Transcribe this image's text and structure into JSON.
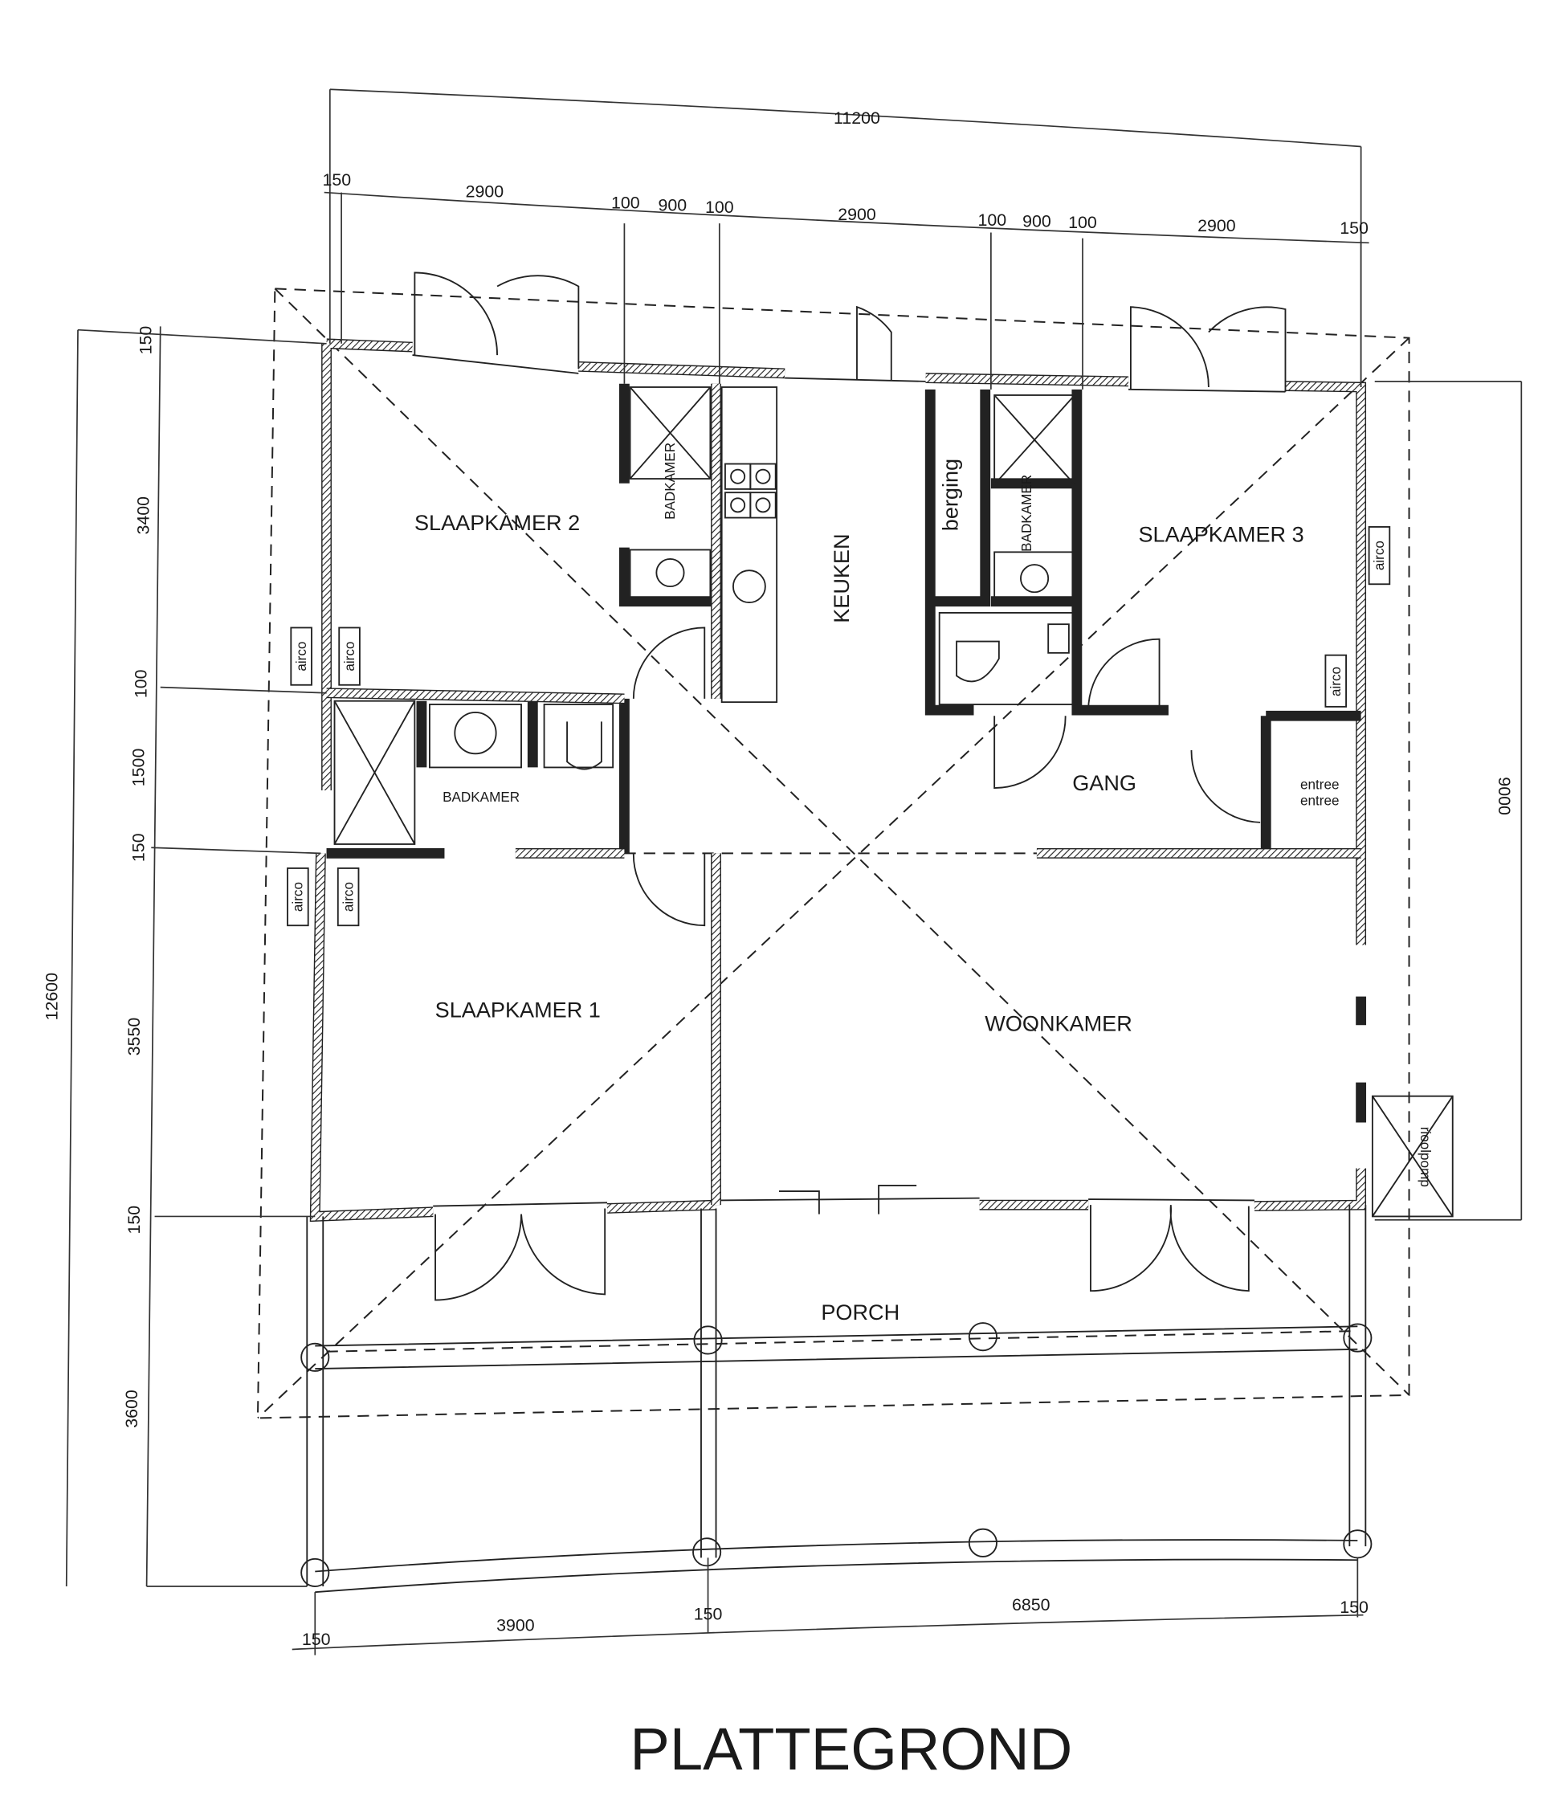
{
  "title": "PLATTEGROND",
  "rooms": {
    "slaapkamer1": "SLAAPKAMER 1",
    "slaapkamer2": "SLAAPKAMER 2",
    "slaapkamer3": "SLAAPKAMER 3",
    "keuken": "KEUKEN",
    "woonkamer": "WOONKAMER",
    "gang": "GANG",
    "badkamer": "BADKAMER",
    "berging": "berging",
    "porch": "PORCH",
    "entree1": "entree",
    "entree2": "entree",
    "rioolpomp": "rioolpomp",
    "airco": "airco"
  },
  "dimensions": {
    "top_total": "11200",
    "top": [
      "150",
      "2900",
      "100",
      "900",
      "100",
      "2900",
      "100",
      "900",
      "100",
      "2900",
      "150"
    ],
    "left_total": "12600",
    "left": [
      "150",
      "3400",
      "100",
      "1500",
      "150",
      "3550",
      "150",
      "3600"
    ],
    "right": "9000",
    "bottom": [
      "150",
      "3900",
      "150",
      "6850",
      "150"
    ]
  }
}
